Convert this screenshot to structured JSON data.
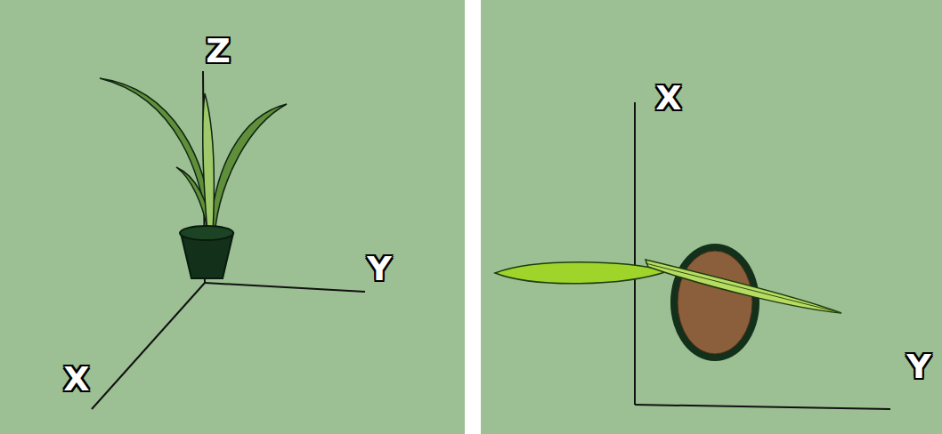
{
  "diagram": {
    "labels": [
      "Z",
      "Y",
      "X",
      "X",
      "Y"
    ]
  }
}
